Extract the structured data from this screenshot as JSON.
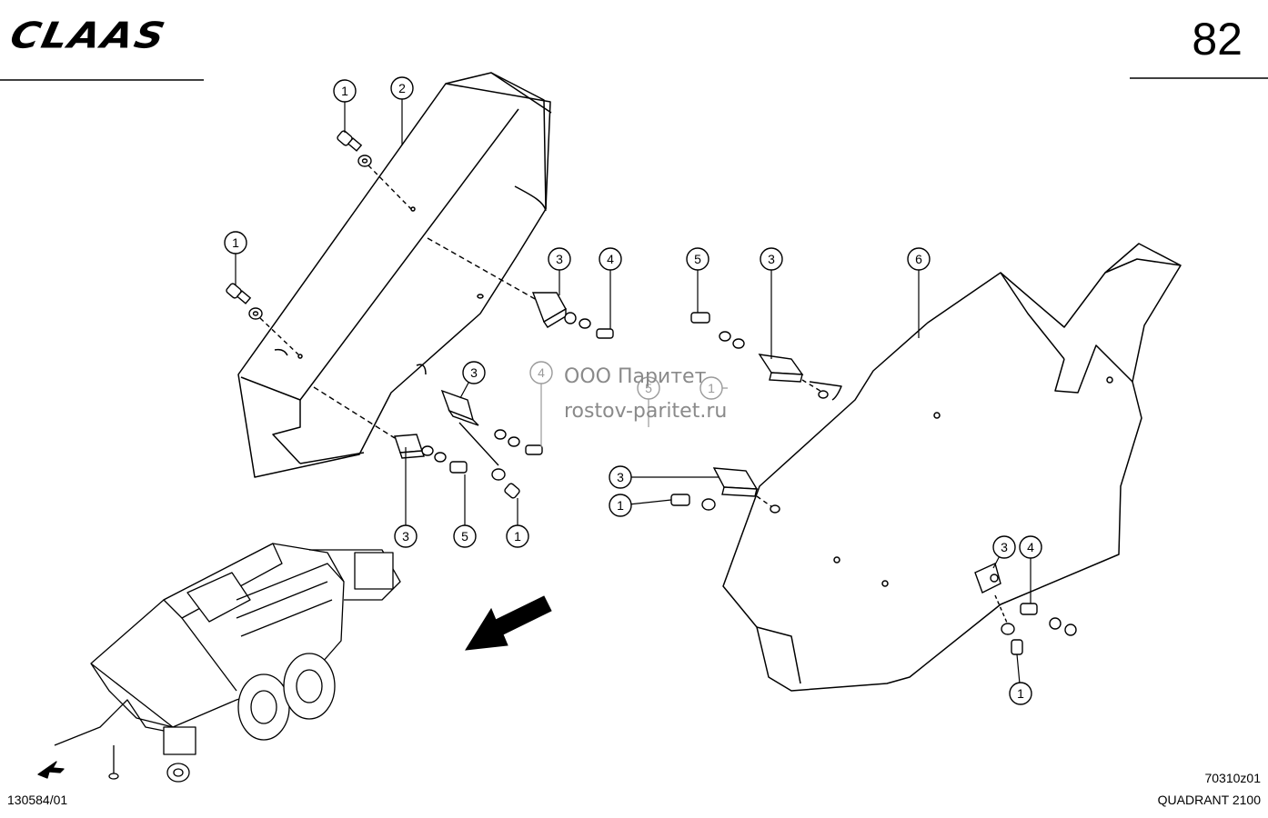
{
  "header": {
    "brand": "CLAAS",
    "page_number": "82"
  },
  "footer": {
    "left_code": "130584/01",
    "drawing_id": "70310z01",
    "model": "QUADRANT 2100"
  },
  "watermark": {
    "line1": "ООО Паритет",
    "line2": "rostov-paritet.ru"
  },
  "callouts": [
    {
      "id": "c1a",
      "label": "1"
    },
    {
      "id": "c2",
      "label": "2"
    },
    {
      "id": "c1b",
      "label": "1"
    },
    {
      "id": "c3a",
      "label": "3"
    },
    {
      "id": "c4a",
      "label": "4"
    },
    {
      "id": "c3b",
      "label": "3"
    },
    {
      "id": "c4w",
      "label": "4"
    },
    {
      "id": "c3c",
      "label": "3"
    },
    {
      "id": "c5a",
      "label": "5"
    },
    {
      "id": "c1c",
      "label": "1"
    },
    {
      "id": "c5b",
      "label": "5"
    },
    {
      "id": "c3d",
      "label": "3"
    },
    {
      "id": "c6",
      "label": "6"
    },
    {
      "id": "c5w",
      "label": "5"
    },
    {
      "id": "c1w",
      "label": "1"
    },
    {
      "id": "c3e",
      "label": "3"
    },
    {
      "id": "c1d",
      "label": "1"
    },
    {
      "id": "c3f",
      "label": "3"
    },
    {
      "id": "c4b",
      "label": "4"
    },
    {
      "id": "c1e",
      "label": "1"
    }
  ]
}
